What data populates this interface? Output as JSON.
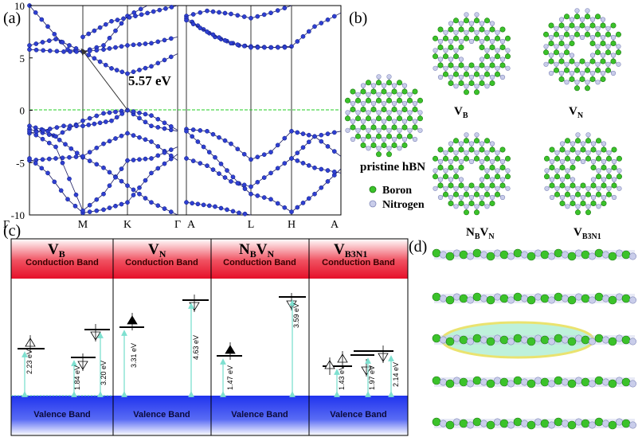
{
  "panel_a": {
    "label": "(a)",
    "gap_label": "5.57 eV",
    "y_ticks": [
      "10",
      "5",
      "0",
      "-5",
      "-10"
    ],
    "k_labels": [
      "Γ",
      "M",
      "K",
      "Γ",
      "A",
      "L",
      "H",
      "A"
    ],
    "colors": {
      "band": "#2f3fd0",
      "fermi": "#22cc22"
    }
  },
  "panel_b": {
    "label": "(b)",
    "structures": [
      "pristine hBN",
      "V",
      "V",
      "N",
      "V"
    ],
    "sub": {
      "vb": "B",
      "vn": "N",
      "nb": "B",
      "nv": "N",
      "vb3n1": "B3N1"
    },
    "legend": {
      "boron": "Boron",
      "nitrogen": "Nitrogen"
    },
    "colors": {
      "boron": "#3bc22a",
      "nitrogen": "#aab0d8"
    }
  },
  "panel_c": {
    "label": "(c)",
    "columns": [
      {
        "main": "V",
        "sub": "B",
        "cb": "Conduction Band",
        "vb": "Valence Band",
        "gaps": [
          "2.23 eV",
          "1.84 eV",
          "3.20 eV"
        ]
      },
      {
        "main": "V",
        "sub": "N",
        "cb": "Conduction Band",
        "vb": "Valence Band",
        "gaps": [
          "3.31 eV",
          "4.63 eV"
        ]
      },
      {
        "main": "N",
        "sub": "B",
        "main2": "V",
        "sub2": "N",
        "cb": "Conduction Band",
        "vb": "Valence Band",
        "gaps": [
          "1.47 eV",
          "3.59 eV"
        ]
      },
      {
        "main": "V",
        "sub": "B3N1",
        "cb": "Conduction Band",
        "vb": "Valence Band",
        "gaps": [
          "1.43 eV",
          "1.97 eV",
          "2.14 eV"
        ]
      }
    ],
    "colors": {
      "cb": "#e8132a",
      "vb": "#2233ee",
      "arrow": "#7ee0d0"
    }
  },
  "panel_d": {
    "label": "(d)"
  }
}
